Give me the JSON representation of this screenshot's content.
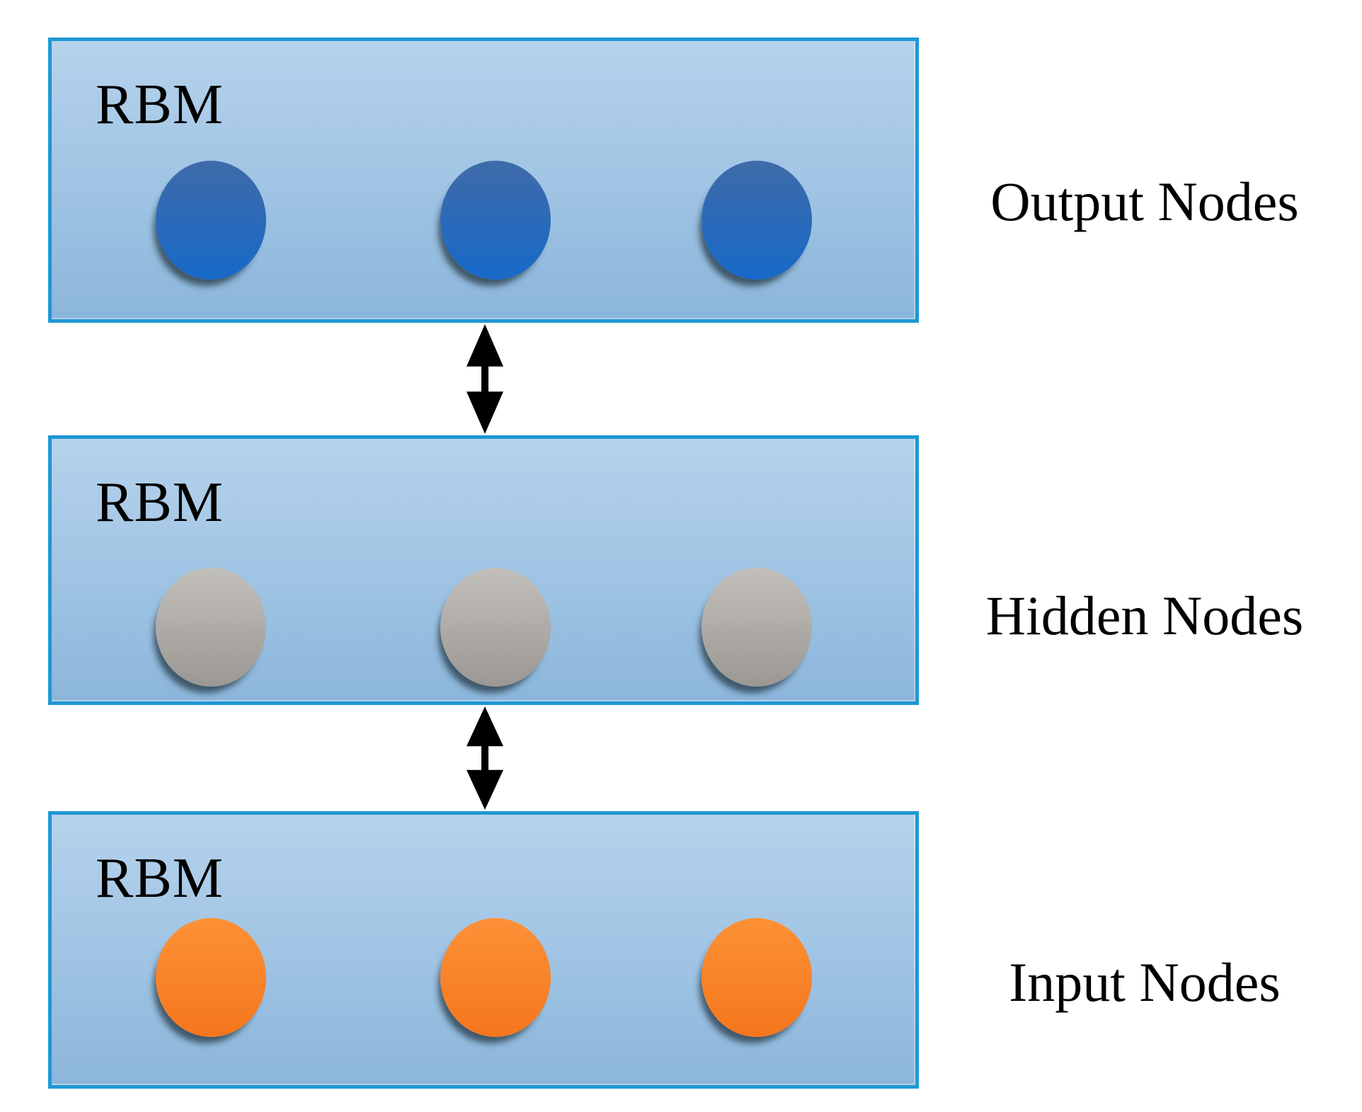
{
  "figure": {
    "title": "Stacked RBM diagram",
    "background_color": "#ffffff",
    "box_border_color": "#1e98d5",
    "box_fill_top": "#b6d2ec",
    "box_fill_bottom": "#8bb6db",
    "arrow_color": "#000000",
    "text_color": "#000000",
    "layers": [
      {
        "id": "output",
        "box_label": "RBM",
        "side_label": "Output Nodes",
        "node_count": 3,
        "node_color_top": "#3f6ba8",
        "node_color_bottom": "#1769c9"
      },
      {
        "id": "hidden",
        "box_label": "RBM",
        "side_label": "Hidden Nodes",
        "node_count": 3,
        "node_color_top": "#c3c0bc",
        "node_color_bottom": "#9b9793"
      },
      {
        "id": "input",
        "box_label": "RBM",
        "side_label": "Input Nodes",
        "node_count": 3,
        "node_color_top": "#fd9136",
        "node_color_bottom": "#f4761c"
      }
    ],
    "connections": [
      {
        "from": "output",
        "to": "hidden",
        "type": "bidirectional"
      },
      {
        "from": "hidden",
        "to": "input",
        "type": "bidirectional"
      }
    ]
  }
}
